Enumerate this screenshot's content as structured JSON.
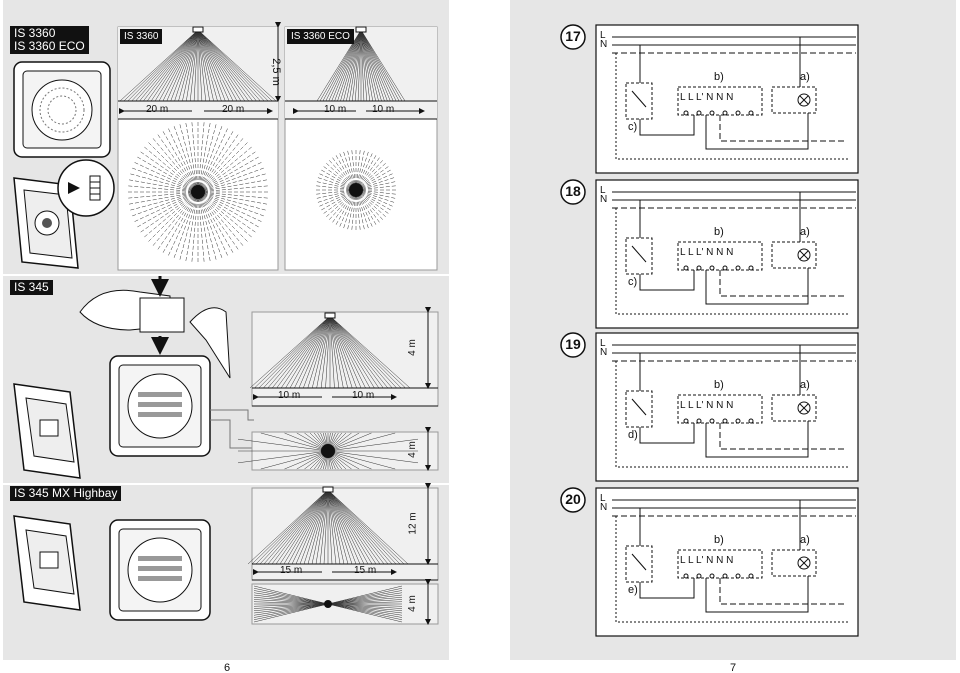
{
  "left_page": {
    "page_number": "6",
    "sections": {
      "is3360": {
        "label_line1": "IS 3360",
        "label_line2": "IS 3360 ECO",
        "panel1_title": "IS 3360",
        "panel1_height": "2,5 m",
        "panel1_dist_left": "20 m",
        "panel1_dist_right": "20 m",
        "panel2_title": "IS 3360 ECO",
        "panel2_dist_left": "10 m",
        "panel2_dist_right": "10 m"
      },
      "is345": {
        "label": "IS 345",
        "height_side": "4 m",
        "dist_left": "10 m",
        "dist_right": "10 m",
        "height_top": "4 m"
      },
      "is345mx": {
        "label": "IS 345 MX Highbay",
        "height_side": "12 m",
        "dist_left": "15 m",
        "dist_right": "15 m",
        "height_top": "4 m"
      }
    }
  },
  "right_page": {
    "page_number": "7",
    "diagrams": [
      {
        "number": "17",
        "switch_label": "c)",
        "module_label": "b)",
        "lamp_label": "a)",
        "terminals": "L L L' N N N"
      },
      {
        "number": "18",
        "switch_label": "c)",
        "module_label": "b)",
        "lamp_label": "a)",
        "terminals": "L L L' N N N"
      },
      {
        "number": "19",
        "switch_label": "d)",
        "module_label": "b)",
        "lamp_label": "a)",
        "terminals": "L L L' N N N"
      },
      {
        "number": "20",
        "switch_label": "e)",
        "module_label": "b)",
        "lamp_label": "a)",
        "terminals": "L L L' N N N"
      }
    ],
    "wire_labels": {
      "live": "L",
      "neutral": "N"
    }
  }
}
